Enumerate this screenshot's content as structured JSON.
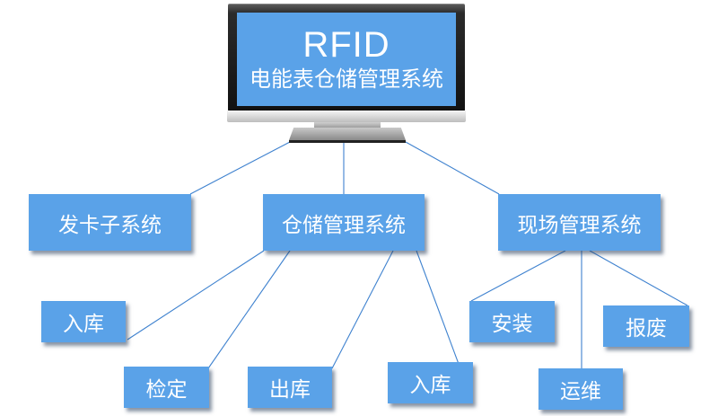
{
  "monitor": {
    "title": "RFID",
    "subtitle": "电能表仓储管理系统",
    "screen_color": "#5aa2e8"
  },
  "nodes": {
    "card_issuing": {
      "label": "发卡子系统"
    },
    "warehouse_mgmt": {
      "label": "仓储管理系统"
    },
    "field_mgmt": {
      "label": "现场管理系统"
    },
    "warehouse_inbound": {
      "label": "入库"
    },
    "verification": {
      "label": "检定"
    },
    "outbound": {
      "label": "出库"
    },
    "return_inbound": {
      "label": "入库"
    },
    "installation": {
      "label": "安装"
    },
    "scrapping": {
      "label": "报废"
    },
    "operation_maintenance": {
      "label": "运维"
    }
  },
  "edges": [
    [
      "monitor",
      "card_issuing"
    ],
    [
      "monitor",
      "warehouse_mgmt"
    ],
    [
      "monitor",
      "field_mgmt"
    ],
    [
      "warehouse_mgmt",
      "warehouse_inbound"
    ],
    [
      "warehouse_mgmt",
      "verification"
    ],
    [
      "warehouse_mgmt",
      "outbound"
    ],
    [
      "warehouse_mgmt",
      "return_inbound"
    ],
    [
      "field_mgmt",
      "installation"
    ],
    [
      "field_mgmt",
      "operation_maintenance"
    ],
    [
      "field_mgmt",
      "scrapping"
    ]
  ],
  "colors": {
    "node_fill": "#5aa2e8",
    "node_text": "#ffffff",
    "connector": "#3f82cf"
  }
}
